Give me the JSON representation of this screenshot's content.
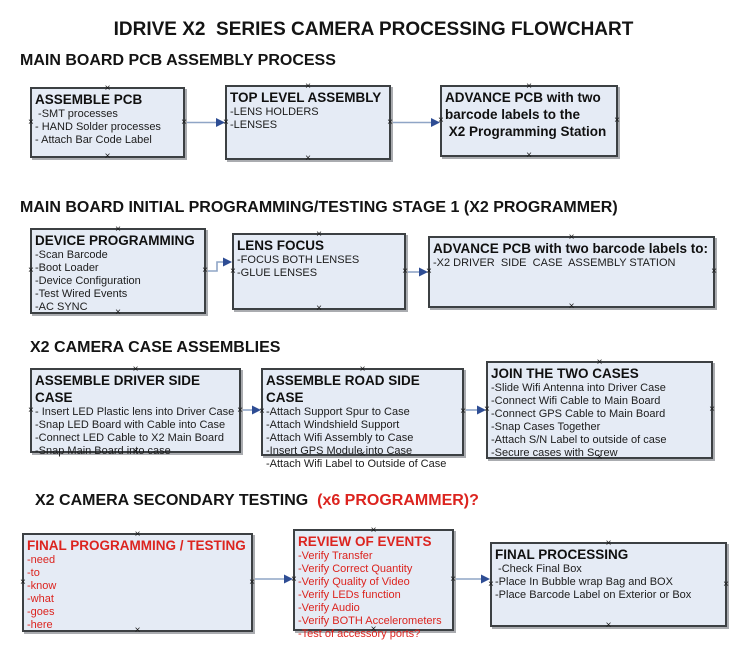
{
  "page_title": "IDRIVE X2  SERIES CAMERA PROCESSING FLOWCHART",
  "icons": {
    "connector_handle": "×"
  },
  "colors": {
    "box_fill": "#e5ebf5",
    "box_border": "#3c4043",
    "text": "#1a1a1a",
    "red_accent": "#dc241f",
    "arrow_line": "#8fa5c6",
    "arrow_head": "#2e4d94",
    "background": "#ffffff"
  },
  "sections": [
    {
      "heading": "MAIN BOARD PCB ASSEMBLY PROCESS",
      "boxes": [
        {
          "id": "assemble-pcb",
          "title": "ASSEMBLE PCB",
          "items": [
            " -SMT processes",
            "- HAND Solder processes",
            "- Attach Bar Code Label"
          ]
        },
        {
          "id": "top-level-assembly",
          "title": "TOP LEVEL ASSEMBLY",
          "items": [
            "-LENS HOLDERS",
            "-LENSES"
          ]
        },
        {
          "id": "advance-to-programming-station",
          "title": "ADVANCE PCB with two\nbarcode labels to the\n X2 Programming Station",
          "items": []
        }
      ]
    },
    {
      "heading": "MAIN BOARD INITIAL PROGRAMMING/TESTING STAGE 1 (X2 PROGRAMMER)",
      "boxes": [
        {
          "id": "device-programming",
          "title": "DEVICE PROGRAMMING",
          "items": [
            "-Scan Barcode",
            "-Boot Loader",
            "-Device Configuration",
            "-Test Wired Events",
            "-AC SYNC"
          ]
        },
        {
          "id": "lens-focus",
          "title": "LENS FOCUS",
          "items": [
            "-FOCUS BOTH LENSES",
            "-GLUE LENSES"
          ]
        },
        {
          "id": "advance-to-driver-side-station",
          "title": "ADVANCE PCB with two barcode labels to:",
          "items": [
            "-X2 DRIVER  SIDE  CASE  ASSEMBLY STATION"
          ]
        }
      ]
    },
    {
      "heading": "X2 CAMERA CASE ASSEMBLIES",
      "boxes": [
        {
          "id": "assemble-driver-side-case",
          "title": "ASSEMBLE DRIVER SIDE CASE",
          "items": [
            "- Insert LED Plastic lens into Driver Case",
            "-Snap LED Board with Cable into Case",
            "-Connect LED Cable to X2 Main Board",
            "-Snap Main Board into case"
          ]
        },
        {
          "id": "assemble-road-side-case",
          "title": "ASSEMBLE ROAD SIDE CASE",
          "items": [
            "-Attach Support Spur to Case",
            "-Attach Windshield Support",
            "-Attach Wifi Assembly to Case",
            "-Insert GPS Module into Case",
            "-Attach Wifi Label to Outside of Case"
          ]
        },
        {
          "id": "join-the-two-cases",
          "title": "JOIN THE TWO CASES",
          "items": [
            "-Slide Wifi Antenna into Driver Case",
            "-Connect Wifi Cable to Main Board",
            "-Connect GPS Cable to Main Board",
            "-Snap Cases Together",
            "-Attach S/N Label to outside of case",
            "-Secure cases with Screw"
          ]
        }
      ]
    },
    {
      "heading": "X2 CAMERA SECONDARY TESTING  ",
      "heading_red": "(x6 PROGRAMMER)?",
      "boxes": [
        {
          "id": "final-programming-testing",
          "title": "FINAL PROGRAMMING / TESTING",
          "items": [
            "-need",
            "-to",
            "-know",
            "-what",
            "-goes",
            "-here"
          ]
        },
        {
          "id": "review-of-events",
          "title": "REVIEW OF EVENTS",
          "items": [
            "-Verify Transfer",
            "-Verify Correct Quantity",
            "-Verify Quality of Video",
            "-Verify LEDs function",
            "-Verify Audio",
            "-Verify BOTH Accelerometers",
            "-Test of accessory ports?"
          ]
        },
        {
          "id": "final-processing",
          "title": "FINAL PROCESSING",
          "items": [
            " -Check Final Box",
            "-Place In Bubble wrap Bag and BOX",
            "-Place Barcode Label on Exterior or Box"
          ]
        }
      ]
    }
  ],
  "connections": [
    {
      "from": "assemble-pcb",
      "to": "top-level-assembly"
    },
    {
      "from": "top-level-assembly",
      "to": "advance-to-programming-station"
    },
    {
      "from": "device-programming",
      "to": "lens-focus"
    },
    {
      "from": "lens-focus",
      "to": "advance-to-driver-side-station"
    },
    {
      "from": "assemble-driver-side-case",
      "to": "assemble-road-side-case"
    },
    {
      "from": "assemble-road-side-case",
      "to": "join-the-two-cases"
    },
    {
      "from": "final-programming-testing",
      "to": "review-of-events"
    },
    {
      "from": "review-of-events",
      "to": "final-processing"
    }
  ]
}
